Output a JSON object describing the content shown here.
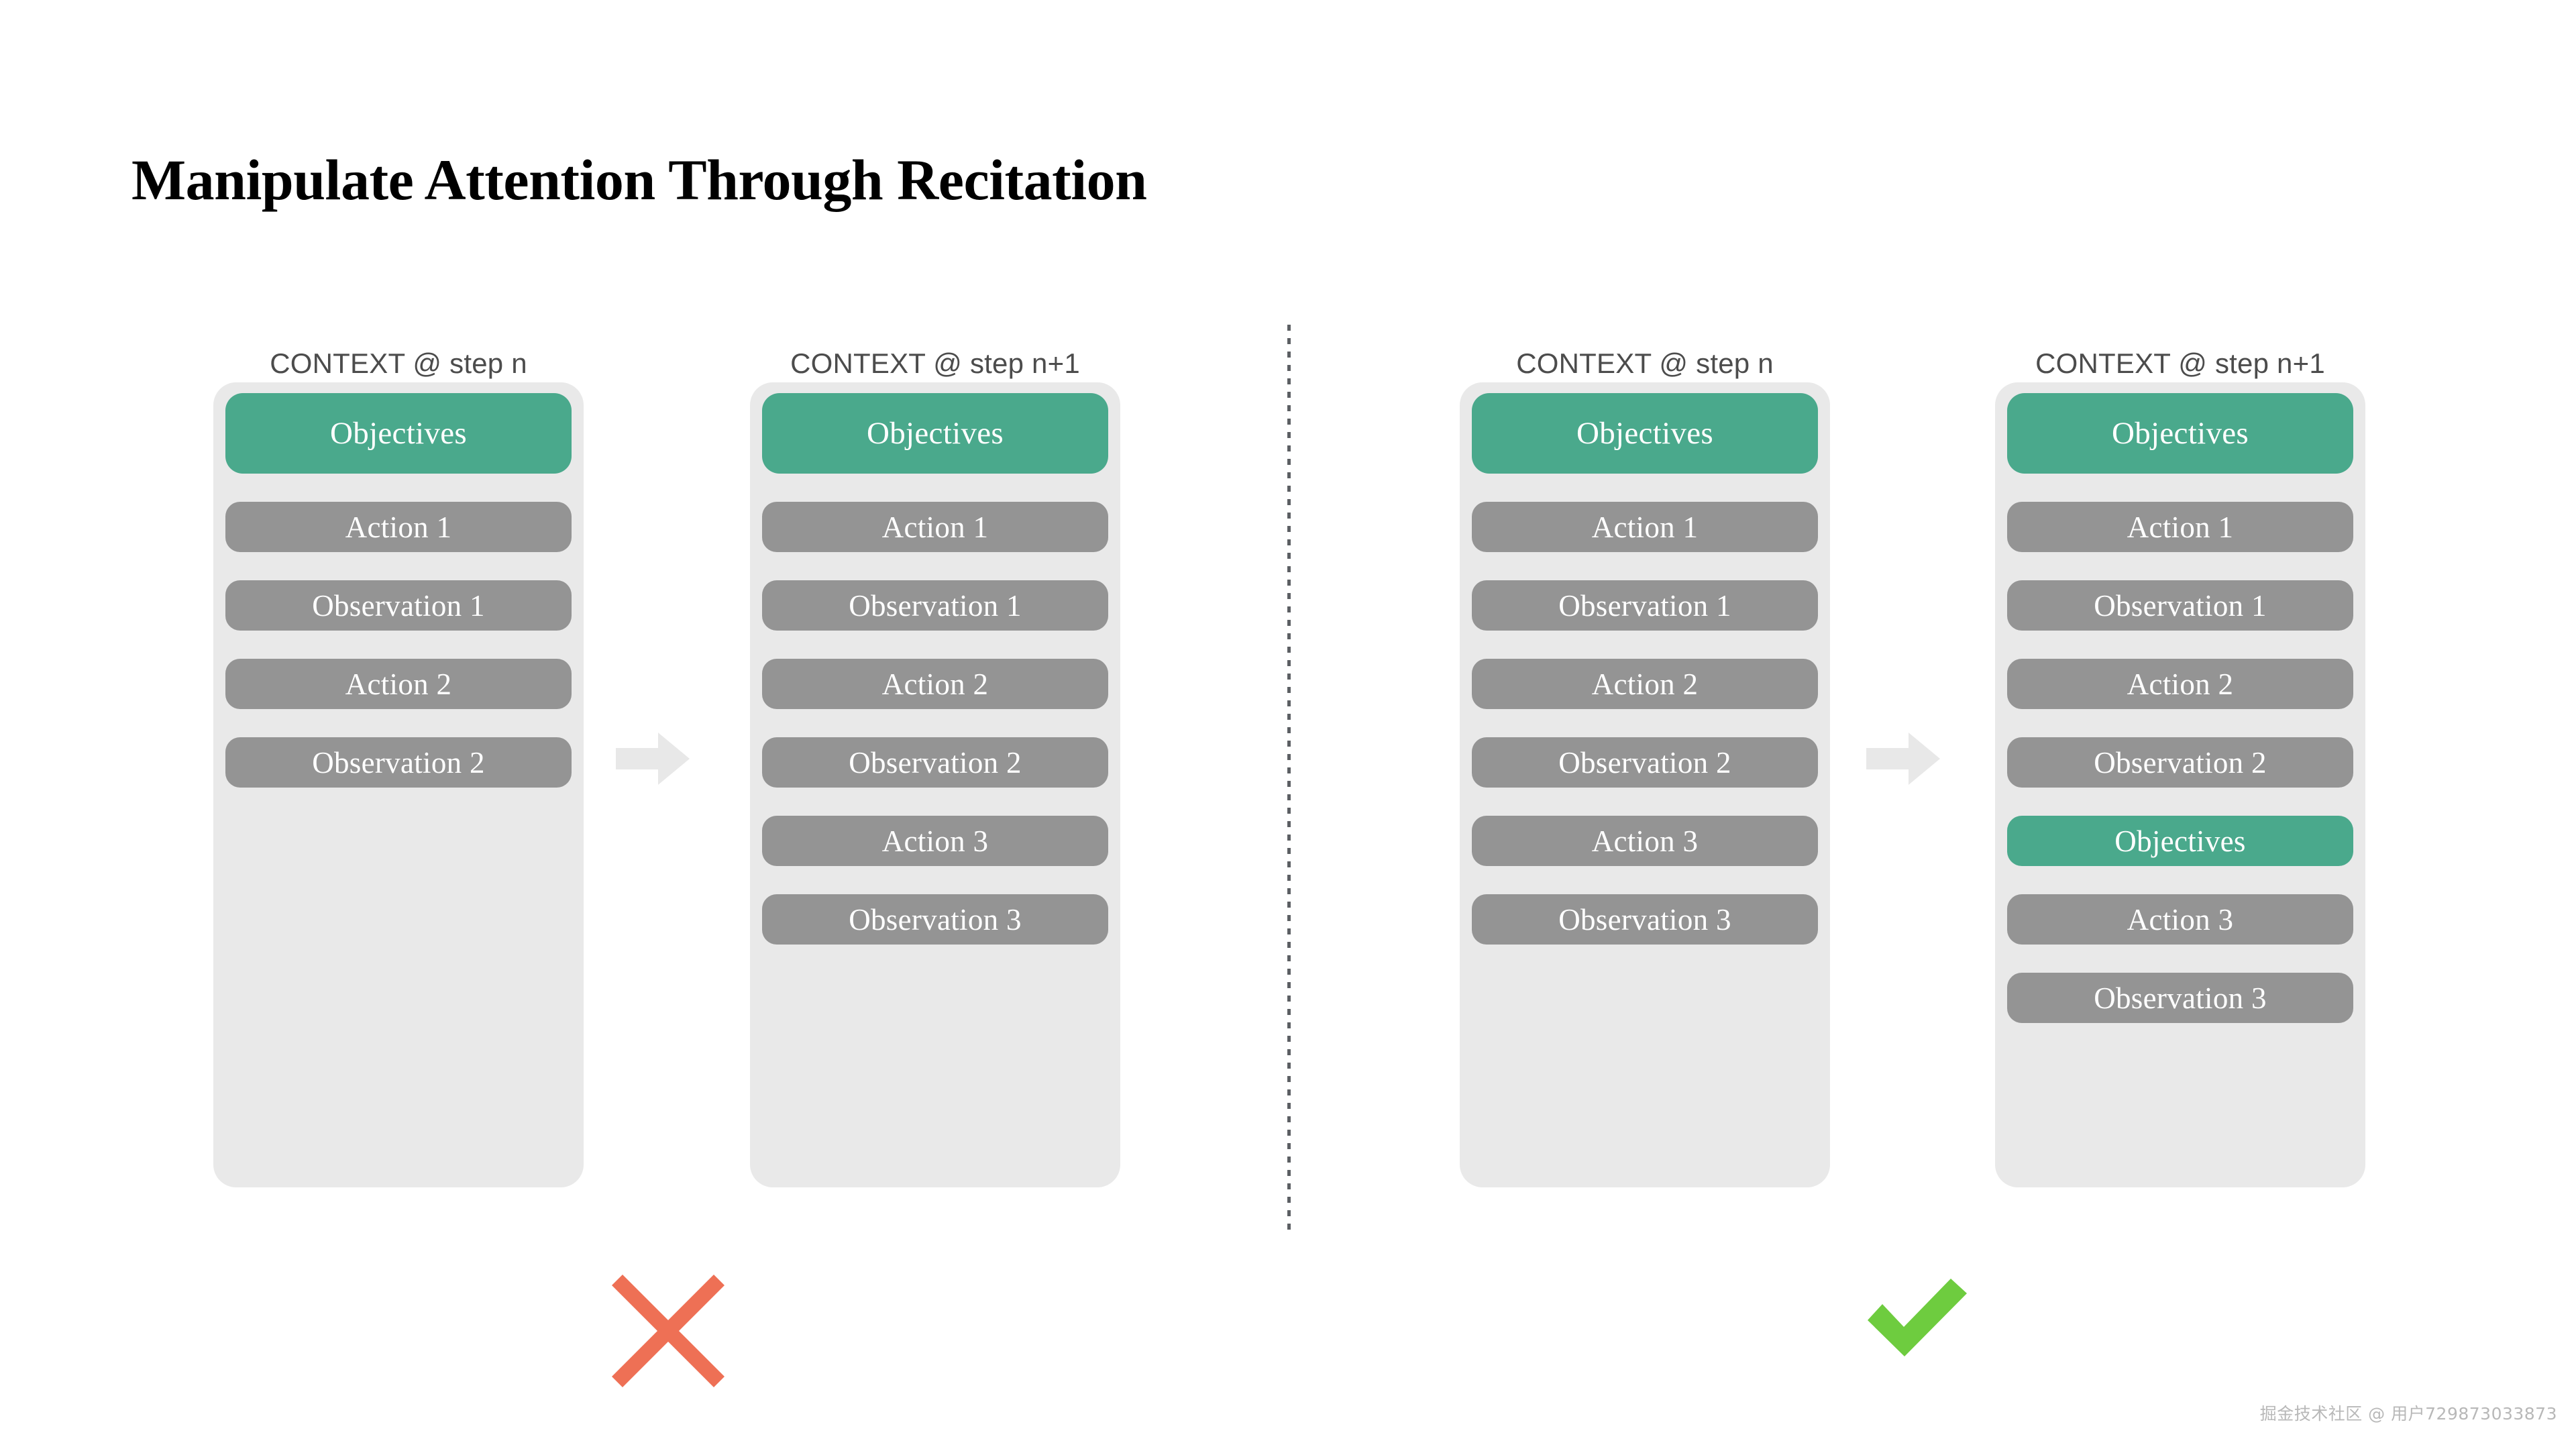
{
  "title": "Manipulate Attention Through Recitation",
  "colors": {
    "teal": "#4aa98c",
    "gray_block": "#949494",
    "container_bg": "#e9e9e9",
    "arrow": "#e8e8e8",
    "cross_red": "#ee7055",
    "check_green": "#6ecc3f",
    "divider": "#5c5f63",
    "header_text": "#4c4c4c",
    "title_text": "#000000"
  },
  "labels": {
    "objectives": "Objectives",
    "action_1": "Action 1",
    "action_2": "Action 2",
    "action_3": "Action 3",
    "observation_1": "Observation 1",
    "observation_2": "Observation 2",
    "observation_3": "Observation 3"
  },
  "columns": [
    {
      "id": "left-before",
      "header": "CONTEXT @ step n",
      "blocks": [
        {
          "label": "Objectives",
          "kind": "teal",
          "size": "tall"
        },
        {
          "label": "Action 1",
          "kind": "gray",
          "size": "normal"
        },
        {
          "label": "Observation 1",
          "kind": "gray",
          "size": "normal"
        },
        {
          "label": "Action 2",
          "kind": "gray",
          "size": "normal"
        },
        {
          "label": "Observation 2",
          "kind": "gray",
          "size": "normal"
        }
      ]
    },
    {
      "id": "left-after",
      "header": "CONTEXT @ step n+1",
      "blocks": [
        {
          "label": "Objectives",
          "kind": "teal",
          "size": "tall"
        },
        {
          "label": "Action 1",
          "kind": "gray",
          "size": "normal"
        },
        {
          "label": "Observation 1",
          "kind": "gray",
          "size": "normal"
        },
        {
          "label": "Action 2",
          "kind": "gray",
          "size": "normal"
        },
        {
          "label": "Observation 2",
          "kind": "gray",
          "size": "normal"
        },
        {
          "label": "Action 3",
          "kind": "gray",
          "size": "normal"
        },
        {
          "label": "Observation 3",
          "kind": "gray",
          "size": "normal"
        }
      ]
    },
    {
      "id": "right-before",
      "header": "CONTEXT @ step n",
      "blocks": [
        {
          "label": "Objectives",
          "kind": "teal",
          "size": "tall"
        },
        {
          "label": "Action 1",
          "kind": "gray",
          "size": "normal"
        },
        {
          "label": "Observation 1",
          "kind": "gray",
          "size": "normal"
        },
        {
          "label": "Action 2",
          "kind": "gray",
          "size": "normal"
        },
        {
          "label": "Observation 2",
          "kind": "gray",
          "size": "normal"
        },
        {
          "label": "Action 3",
          "kind": "gray",
          "size": "normal"
        },
        {
          "label": "Observation 3",
          "kind": "gray",
          "size": "normal"
        }
      ]
    },
    {
      "id": "right-after",
      "header": "CONTEXT @ step n+1",
      "blocks": [
        {
          "label": "Objectives",
          "kind": "teal",
          "size": "tall"
        },
        {
          "label": "Action 1",
          "kind": "gray",
          "size": "normal"
        },
        {
          "label": "Observation 1",
          "kind": "gray",
          "size": "normal"
        },
        {
          "label": "Action 2",
          "kind": "gray",
          "size": "normal"
        },
        {
          "label": "Observation 2",
          "kind": "gray",
          "size": "normal"
        },
        {
          "label": "Objectives",
          "kind": "teal",
          "size": "normal"
        },
        {
          "label": "Action 3",
          "kind": "gray",
          "size": "normal"
        },
        {
          "label": "Observation 3",
          "kind": "gray",
          "size": "normal"
        }
      ]
    }
  ],
  "arrows": [
    {
      "id": "arrow-left",
      "icon": "arrow-right-icon"
    },
    {
      "id": "arrow-right",
      "icon": "arrow-right-icon"
    }
  ],
  "verdicts": [
    {
      "id": "verdict-left",
      "icon": "cross-icon",
      "meaning": "bad"
    },
    {
      "id": "verdict-right",
      "icon": "check-icon",
      "meaning": "good"
    }
  ],
  "watermark": "掘金技术社区 @ 用户729873033873"
}
